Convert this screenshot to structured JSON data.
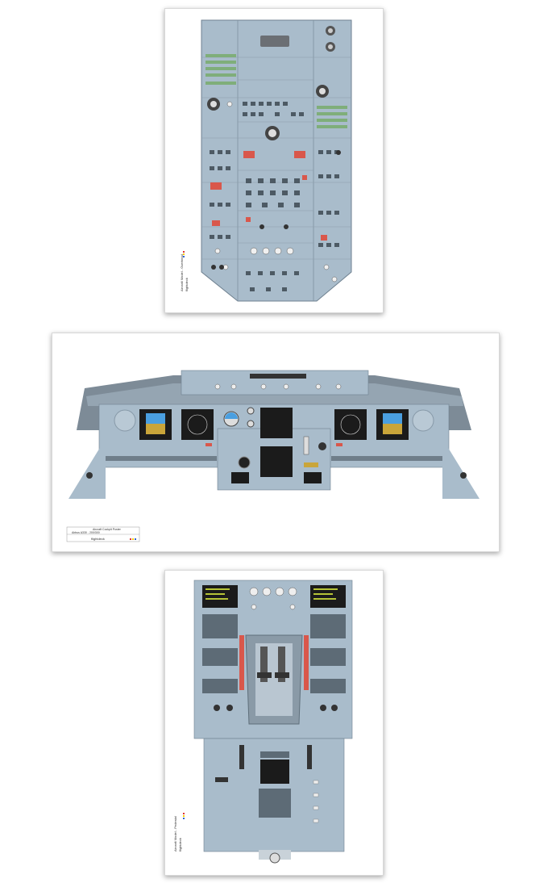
{
  "sheets": [
    {
      "id": "overhead",
      "rotated_credit": [
        "Aircraft Model - Overhead",
        "flightdeck"
      ]
    },
    {
      "id": "main",
      "credit_lines": [
        "Aircraft Cockpit Poster",
        "Airbus A330 - 200/300",
        "flightdeck"
      ]
    },
    {
      "id": "pedestal",
      "rotated_credit": [
        "Aircraft Model - Pedestal",
        "flightdeck"
      ]
    }
  ],
  "colors": {
    "panel": "#a9bccb",
    "panel_dark": "#8499a9",
    "frame": "#7d8b97",
    "accent_red": "#d9574b",
    "display": "#1b1b1b"
  }
}
